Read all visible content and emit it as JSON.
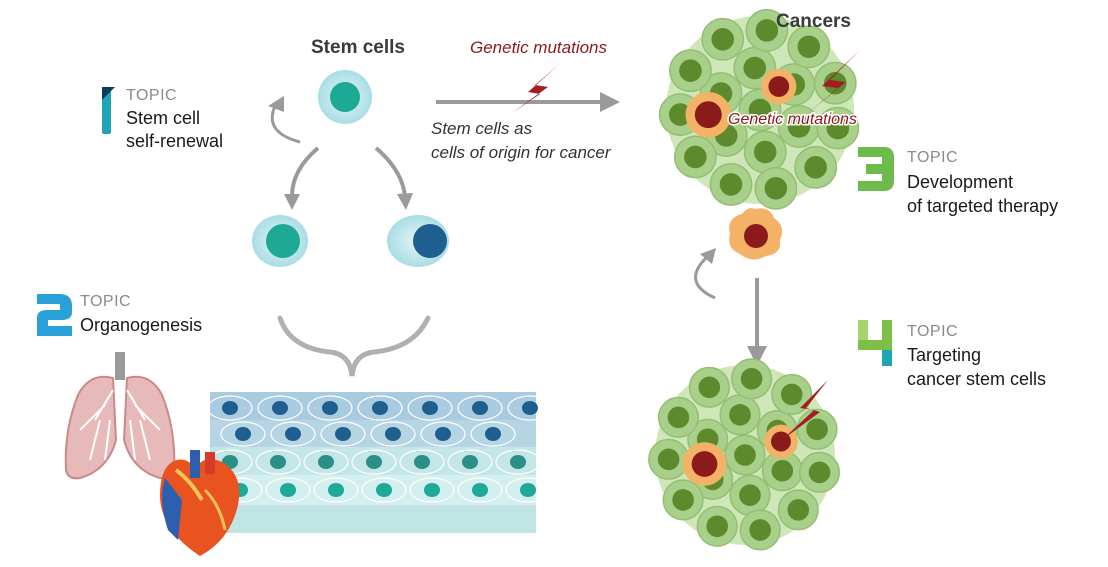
{
  "stem_cells": {
    "title": "Stem cells"
  },
  "cancers": {
    "title": "Cancers"
  },
  "mutation_label_top": "Genetic mutations",
  "mutation_label_cluster": "Genetic mutations",
  "origin_caption": {
    "line1": "Stem cells as",
    "line2": "cells of origin for cancer"
  },
  "topics": [
    {
      "number": "1",
      "label": "TOPIC",
      "title_line1": "Stem cell",
      "title_line2": "self-renewal",
      "color": "#1fa4b8"
    },
    {
      "number": "2",
      "label": "TOPIC",
      "title_line1": "Organogenesis",
      "title_line2": "",
      "color": "#2aa0d8"
    },
    {
      "number": "3",
      "label": "TOPIC",
      "title_line1": "Development",
      "title_line2": "of targeted therapy",
      "color": "#6dbb4a"
    },
    {
      "number": "4",
      "label": "TOPIC",
      "title_line1": "Targeting",
      "title_line2": "cancer stem cells",
      "color": "#7cc04a"
    }
  ],
  "colors": {
    "stem_teal": "#1ea896",
    "stem_blue": "#1f5f8f",
    "cell_membrane": "#bfe6ec",
    "cancer_green": "#5c8a2c",
    "cancer_cell": "#a8d08a",
    "cancer_stem_core": "#8b1a1a",
    "cancer_stem_halo": "#f4b266",
    "arrow_gray": "#9a9a9a",
    "lightning": "#a31d22"
  }
}
